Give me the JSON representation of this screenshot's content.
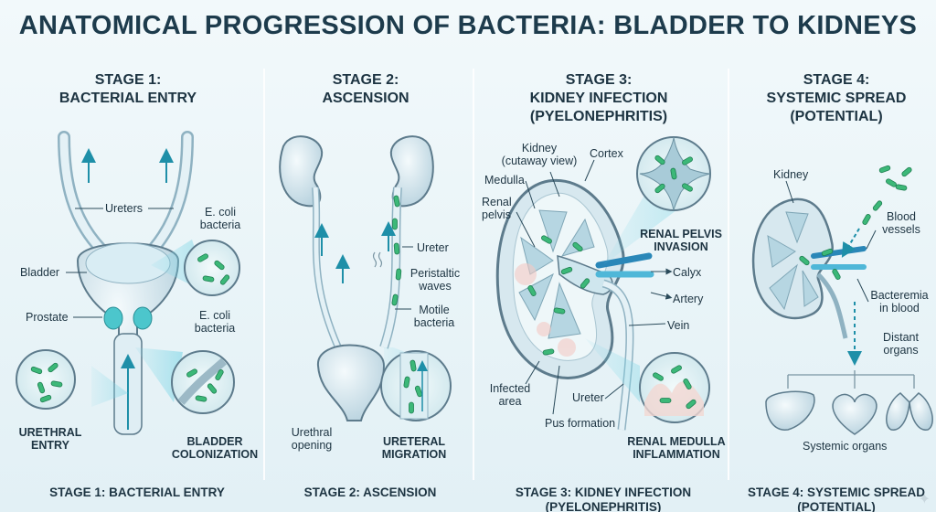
{
  "title": "ANATOMICAL PROGRESSION OF BACTERIA: BLADDER TO KIDNEYS",
  "stages": [
    {
      "title_line1": "STAGE 1:",
      "title_line2": "BACTERIAL ENTRY",
      "footer_line1": "STAGE 1: BACTERIAL ENTRY",
      "labels": {
        "ureters": "Ureters",
        "ecoli_top_italic": "E. coli",
        "ecoli_top_rest": "bacteria",
        "bladder": "Bladder",
        "prostate": "Prostate",
        "ecoli_mid_italic": "E. coli",
        "ecoli_mid_rest": "bacteria",
        "urethral_entry_1": "URETHRAL",
        "urethral_entry_2": "ENTRY",
        "bladder_col_1": "BLADDER",
        "bladder_col_2": "COLONIZATION"
      }
    },
    {
      "title_line1": "STAGE 2:",
      "title_line2": "ASCENSION",
      "footer_line1": "STAGE 2: ASCENSION",
      "labels": {
        "ureter": "Ureter",
        "peristaltic_1": "Peristaltic",
        "peristaltic_2": "waves",
        "motile_1": "Motile",
        "motile_2": "bacteria",
        "urethral_opening_1": "Urethral",
        "urethral_opening_2": "opening",
        "ureteral_migration_1": "URETERAL",
        "ureteral_migration_2": "MIGRATION"
      }
    },
    {
      "title_line1": "STAGE 3:",
      "title_line2": "KIDNEY INFECTION",
      "title_line3": "(PYELONEPHRITIS)",
      "footer_line1": "STAGE 3: KIDNEY INFECTION",
      "footer_line2": "(PYELONEPHRITIS)",
      "labels": {
        "kidney_1": "Kidney",
        "kidney_2": "(cutaway view)",
        "cortex": "Cortex",
        "medulla": "Medulla",
        "renal_pelvis_1": "Renal",
        "renal_pelvis_2": "pelvis",
        "pelvis_invasion_1": "RENAL PELVIS",
        "pelvis_invasion_2": "INVASION",
        "calyx": "Calyx",
        "artery": "Artery",
        "vein": "Vein",
        "infected_1": "Infected",
        "infected_2": "area",
        "ureter": "Ureter",
        "pus": "Pus formation",
        "medulla_inflam_1": "RENAL MEDULLA",
        "medulla_inflam_2": "INFLAMMATION"
      }
    },
    {
      "title_line1": "STAGE 4:",
      "title_line2": "SYSTEMIC SPREAD",
      "title_line3": "(POTENTIAL)",
      "footer_line1": "STAGE 4: SYSTEMIC SPREAD",
      "footer_line2": "(POTENTIAL)",
      "labels": {
        "kidney": "Kidney",
        "blood_1": "Blood",
        "blood_2": "vessels",
        "bacteremia_1": "Bacteremia",
        "bacteremia_2": "in blood",
        "distant_1": "Distant",
        "distant_2": "organs",
        "systemic": "Systemic organs"
      }
    }
  ],
  "colors": {
    "accent": "#2fb8b0",
    "organ": "#cfe3ec",
    "outline": "#5d7b8c",
    "arrow": "#1e8fa8",
    "bacteria": "#3cb878"
  }
}
